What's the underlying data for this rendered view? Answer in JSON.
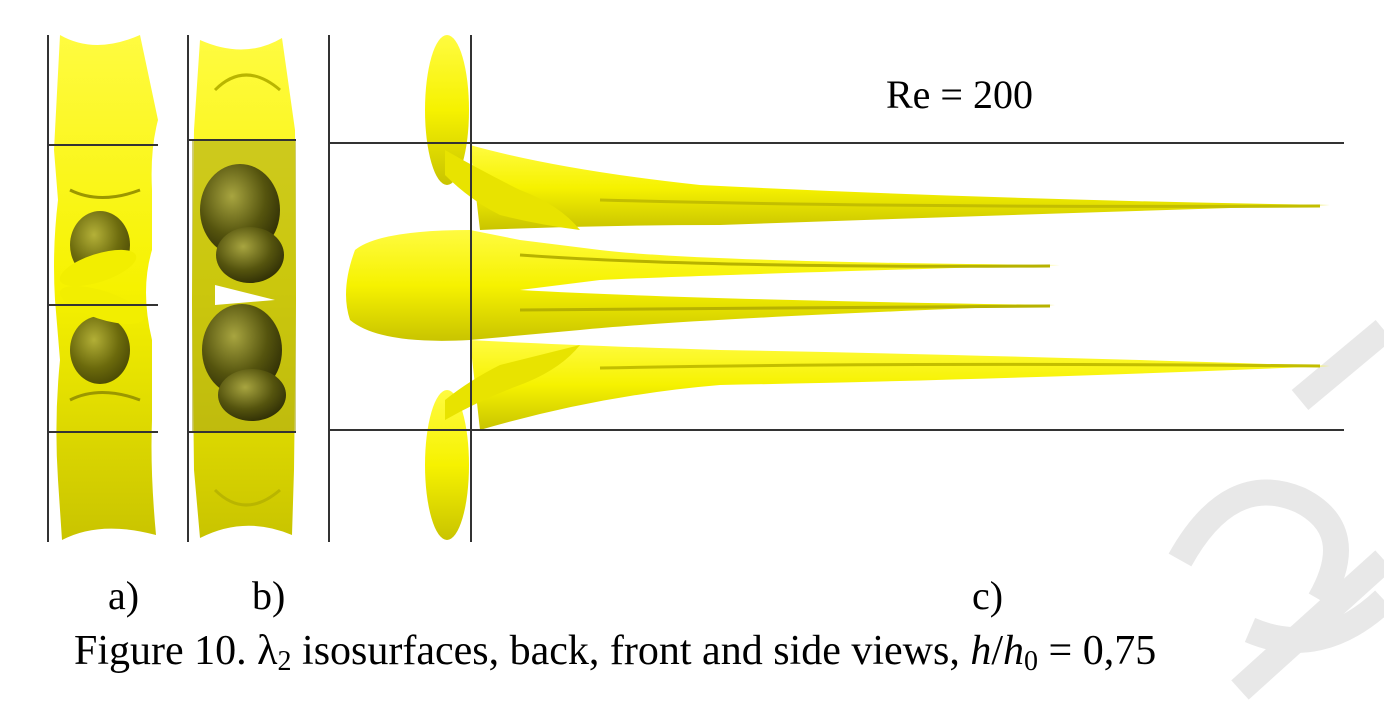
{
  "panels": {
    "a_label": "a)",
    "b_label": "b)",
    "c_label": "c)"
  },
  "annotation": {
    "reynolds": "Re = 200"
  },
  "caption": {
    "prefix": "Figure 10. ",
    "lambda": "λ",
    "lambda_sub": "2",
    "middle": " isosurfaces, back, front and side views, ",
    "h": "h",
    "slash": "/",
    "h0": "h",
    "h0_sub": "0",
    "suffix": " = 0,75"
  },
  "colors": {
    "isosurface": "#f6f200",
    "isosurface_dark": "#6b6a10",
    "frame_lines": "#333333",
    "watermark": "#e6e6e6"
  }
}
